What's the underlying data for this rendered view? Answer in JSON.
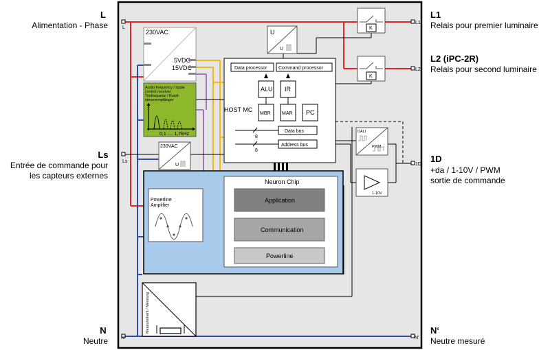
{
  "left_labels": {
    "L_title": "L",
    "L_desc": "Alimentation - Phase",
    "Ls_title": "Ls",
    "Ls_desc_1": "Entrée de commande pour",
    "Ls_desc_2": "les capteurs externes",
    "N_title": "N",
    "N_desc": "Neutre"
  },
  "right_labels": {
    "L1_title": "L1",
    "L1_desc": "Relais pour premier luminaire",
    "L2_title": "L2 (iPC-2R)",
    "L2_desc": "Relais pour second luminaire",
    "D1_title": "1D",
    "D1_desc_1": "+da / 1-10V / PWM",
    "D1_desc_2": "sortie de commande",
    "Nprime_title": "N‘",
    "Nprime_desc": "Neutre mesuré"
  },
  "terminals": {
    "L": "L",
    "Ls": "Ls",
    "N": "N",
    "L1": "L1",
    "L2": "L2",
    "D1": "1D",
    "Nprime": "N'"
  },
  "psu": {
    "title": "230VAC",
    "out_5v": "5VDC",
    "out_15v": "15VDC"
  },
  "ripple_receiver": {
    "line1": "Audio frequency / ripple",
    "line2": "control receiver",
    "line3": "Tonfrequenz / Rund-",
    "line4": "steuerempfänger",
    "axis_label": "0,1 .... 1,7kHz"
  },
  "ls_converter": {
    "title": "230VAC",
    "out": "U"
  },
  "u_converter": {
    "title": "U",
    "out": "U"
  },
  "host": {
    "label": "HOST MC",
    "data_processor": "Data processor",
    "command_processor": "Command processor",
    "alu": "ALU",
    "ir": "IR",
    "mbr": "MBR",
    "mar": "MAR",
    "pc": "PC",
    "data_bus": "Data bus",
    "address_bus": "Address bus",
    "bus_width_1": "8",
    "bus_width_2": "8"
  },
  "relay": {
    "k1": "K",
    "k2": "K"
  },
  "outputs": {
    "dali": "DALI",
    "pwm": "PWM",
    "analog": "1-10V"
  },
  "neuron": {
    "title": "Neuron Chip",
    "layer1": "Application",
    "layer2": "Communication",
    "layer3": "Powerline"
  },
  "powerline_amp": {
    "line1": "Powerline",
    "line2": "Amplifier"
  },
  "measurement": {
    "label": "Measurement / Messung"
  },
  "colors": {
    "phase": "#e0252b",
    "neutral": "#2b4fa8",
    "supply": "#f2b817",
    "signal": "#a07ab8",
    "ripple_bg": "#8db82b",
    "neuron_area": "#a9cbeb",
    "layer_dark": "#808080",
    "layer_mid": "#a6a6a6",
    "layer_light": "#c8c8c8"
  }
}
